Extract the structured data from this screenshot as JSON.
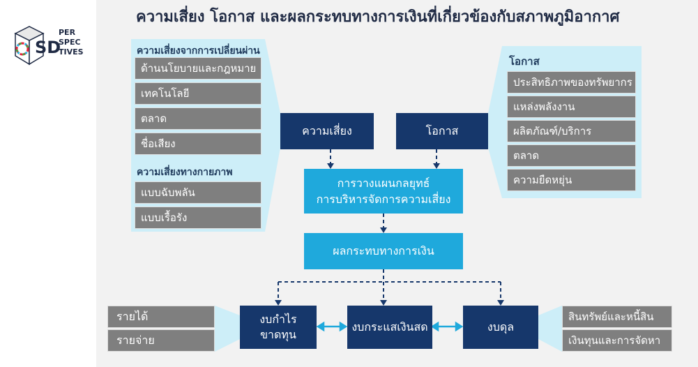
{
  "title": "ความเสี่ยง โอกาส และผลกระทบทางการเงินที่เกี่ยวข้องกับสภาพภูมิอากาศ",
  "logo": {
    "sd": "SD",
    "line1": "PER",
    "line2": "SPEC",
    "line3": "TIVES"
  },
  "left_panel": {
    "transition_heading": "ความเสี่ยงจากการเปลี่ยนผ่าน",
    "transition_items": [
      "ด้านนโยบายและกฎหมาย",
      "เทคโนโลยี",
      "ตลาด",
      "ชื่อเสียง"
    ],
    "physical_heading": "ความเสี่ยงทางกายภาพ",
    "physical_items": [
      "แบบฉับพลัน",
      "แบบเรื้อรัง"
    ]
  },
  "right_panel": {
    "heading": "โอกาส",
    "items": [
      "ประสิทธิภาพของทรัพยากร",
      "แหล่งพลังงาน",
      "ผลิตภัณฑ์/บริการ",
      "ตลาด",
      "ความยืดหยุ่น"
    ]
  },
  "center": {
    "risk": "ความเสี่ยง",
    "opportunity": "โอกาส",
    "strategy_line1": "การวางแผนกลยุทธ์",
    "strategy_line2": "การบริหารจัดการความเสี่ยง",
    "financial_impact": "ผลกระทบทางการเงิน"
  },
  "statements": {
    "income_line1": "งบกำไร",
    "income_line2": "ขาดทุน",
    "cashflow": "งบกระแสเงินสด",
    "balance": "งบดุล"
  },
  "bottom_left": [
    "รายได้",
    "รายจ่าย"
  ],
  "bottom_right": [
    "สินทรัพย์และหนี้สิน",
    "เงินทุนและการจัดหา"
  ],
  "colors": {
    "navy": "#16376b",
    "cyan": "#1fa9dc",
    "grey": "#7f7f7f",
    "light_blue": "#cdeef8",
    "arrow": "#16376b"
  }
}
